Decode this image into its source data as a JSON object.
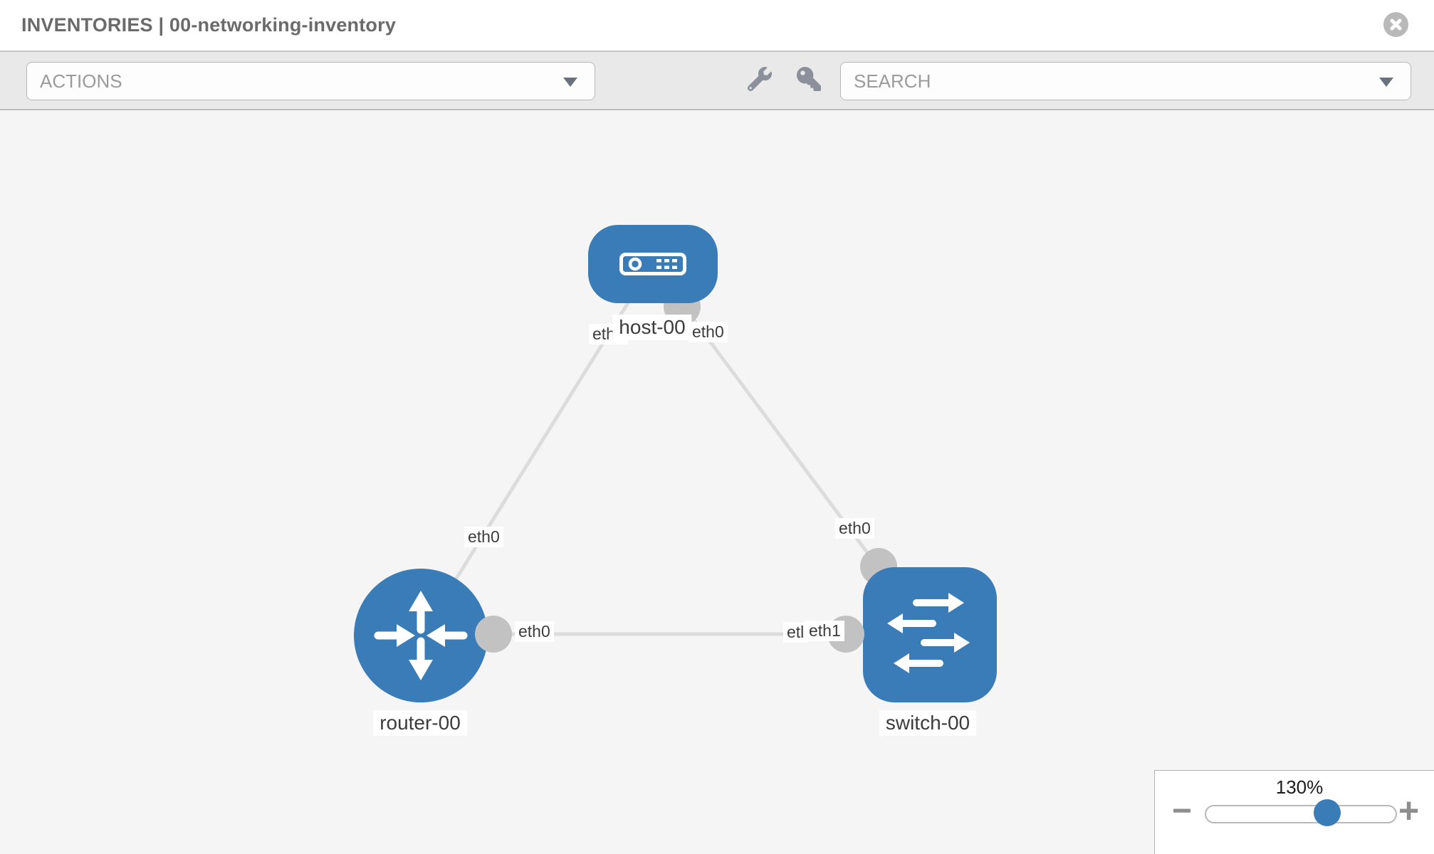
{
  "header": {
    "title": "INVENTORIES | 00-networking-inventory",
    "close_icon": "x-in-circle"
  },
  "toolbar": {
    "actions": {
      "label": "ACTIONS",
      "caret_icon": "caret-down"
    },
    "tools_icon": "wrench",
    "credentials_icon": "key",
    "search": {
      "label": "SEARCH",
      "caret_icon": "caret-down"
    }
  },
  "topology": {
    "nodes": [
      {
        "name": "host-00",
        "type": "host"
      },
      {
        "name": "router-00",
        "type": "router"
      },
      {
        "name": "switch-00",
        "type": "switch"
      }
    ],
    "links": [
      {
        "from": "host-00",
        "from_interface": "eth0",
        "to": "router-00",
        "to_interface": "eth0"
      },
      {
        "from": "host-00",
        "from_interface": "eth0",
        "to": "switch-00",
        "to_interface": "eth0"
      },
      {
        "from": "router-00",
        "from_interface": "eth0",
        "to": "switch-00",
        "to_interface": "eth1",
        "to_interface_overlap": "etl"
      }
    ]
  },
  "zoom": {
    "value": "130%",
    "minus": "−",
    "plus": "+"
  },
  "colors": {
    "node_blue": "#3a7cb8",
    "port_gray": "#c2c2c2",
    "link_gray": "#dcdcdc",
    "icon_gray": "#8b909a",
    "header_text": "#6b6b6b",
    "placeholder_text": "#9b9b9b",
    "label_text": "#3c3c3c",
    "toolbar_bg": "#e9e9e9",
    "canvas_bg": "#f5f5f5"
  }
}
